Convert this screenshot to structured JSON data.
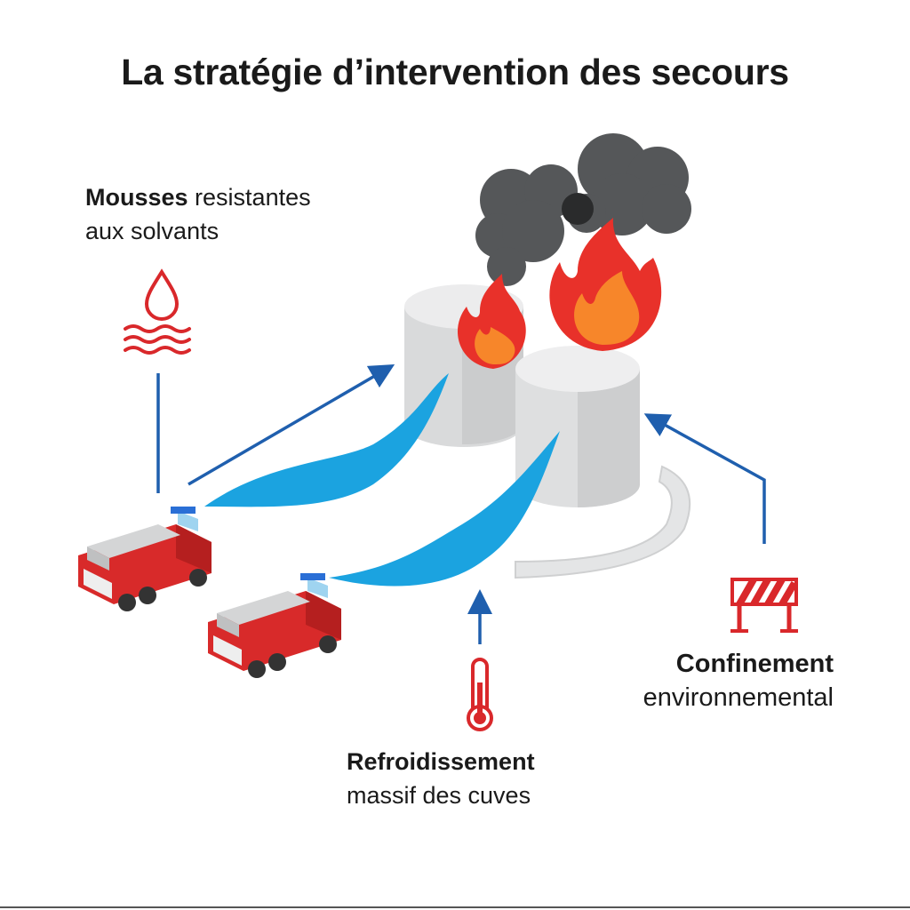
{
  "title": "La stratégie d’intervention des secours",
  "labels": {
    "foam": {
      "bold": "Mousses",
      "rest": " resistantes",
      "line2": "aux solvants"
    },
    "cooling": {
      "bold": "Refroidissement",
      "line2": "massif des cuves"
    },
    "containment": {
      "bold": "Confinement",
      "line2": "environnemental"
    }
  },
  "icons": [
    "water-drop-icon",
    "thermometer-icon",
    "barrier-icon",
    "fire-truck-icon",
    "storage-tank-icon",
    "flame-icon",
    "smoke-icon"
  ],
  "colors": {
    "arrow": "#1f5fae",
    "accent_red": "#d9282b",
    "water": "#1ba3e0",
    "smoke": "#555759",
    "tank": "#d9dadb"
  }
}
